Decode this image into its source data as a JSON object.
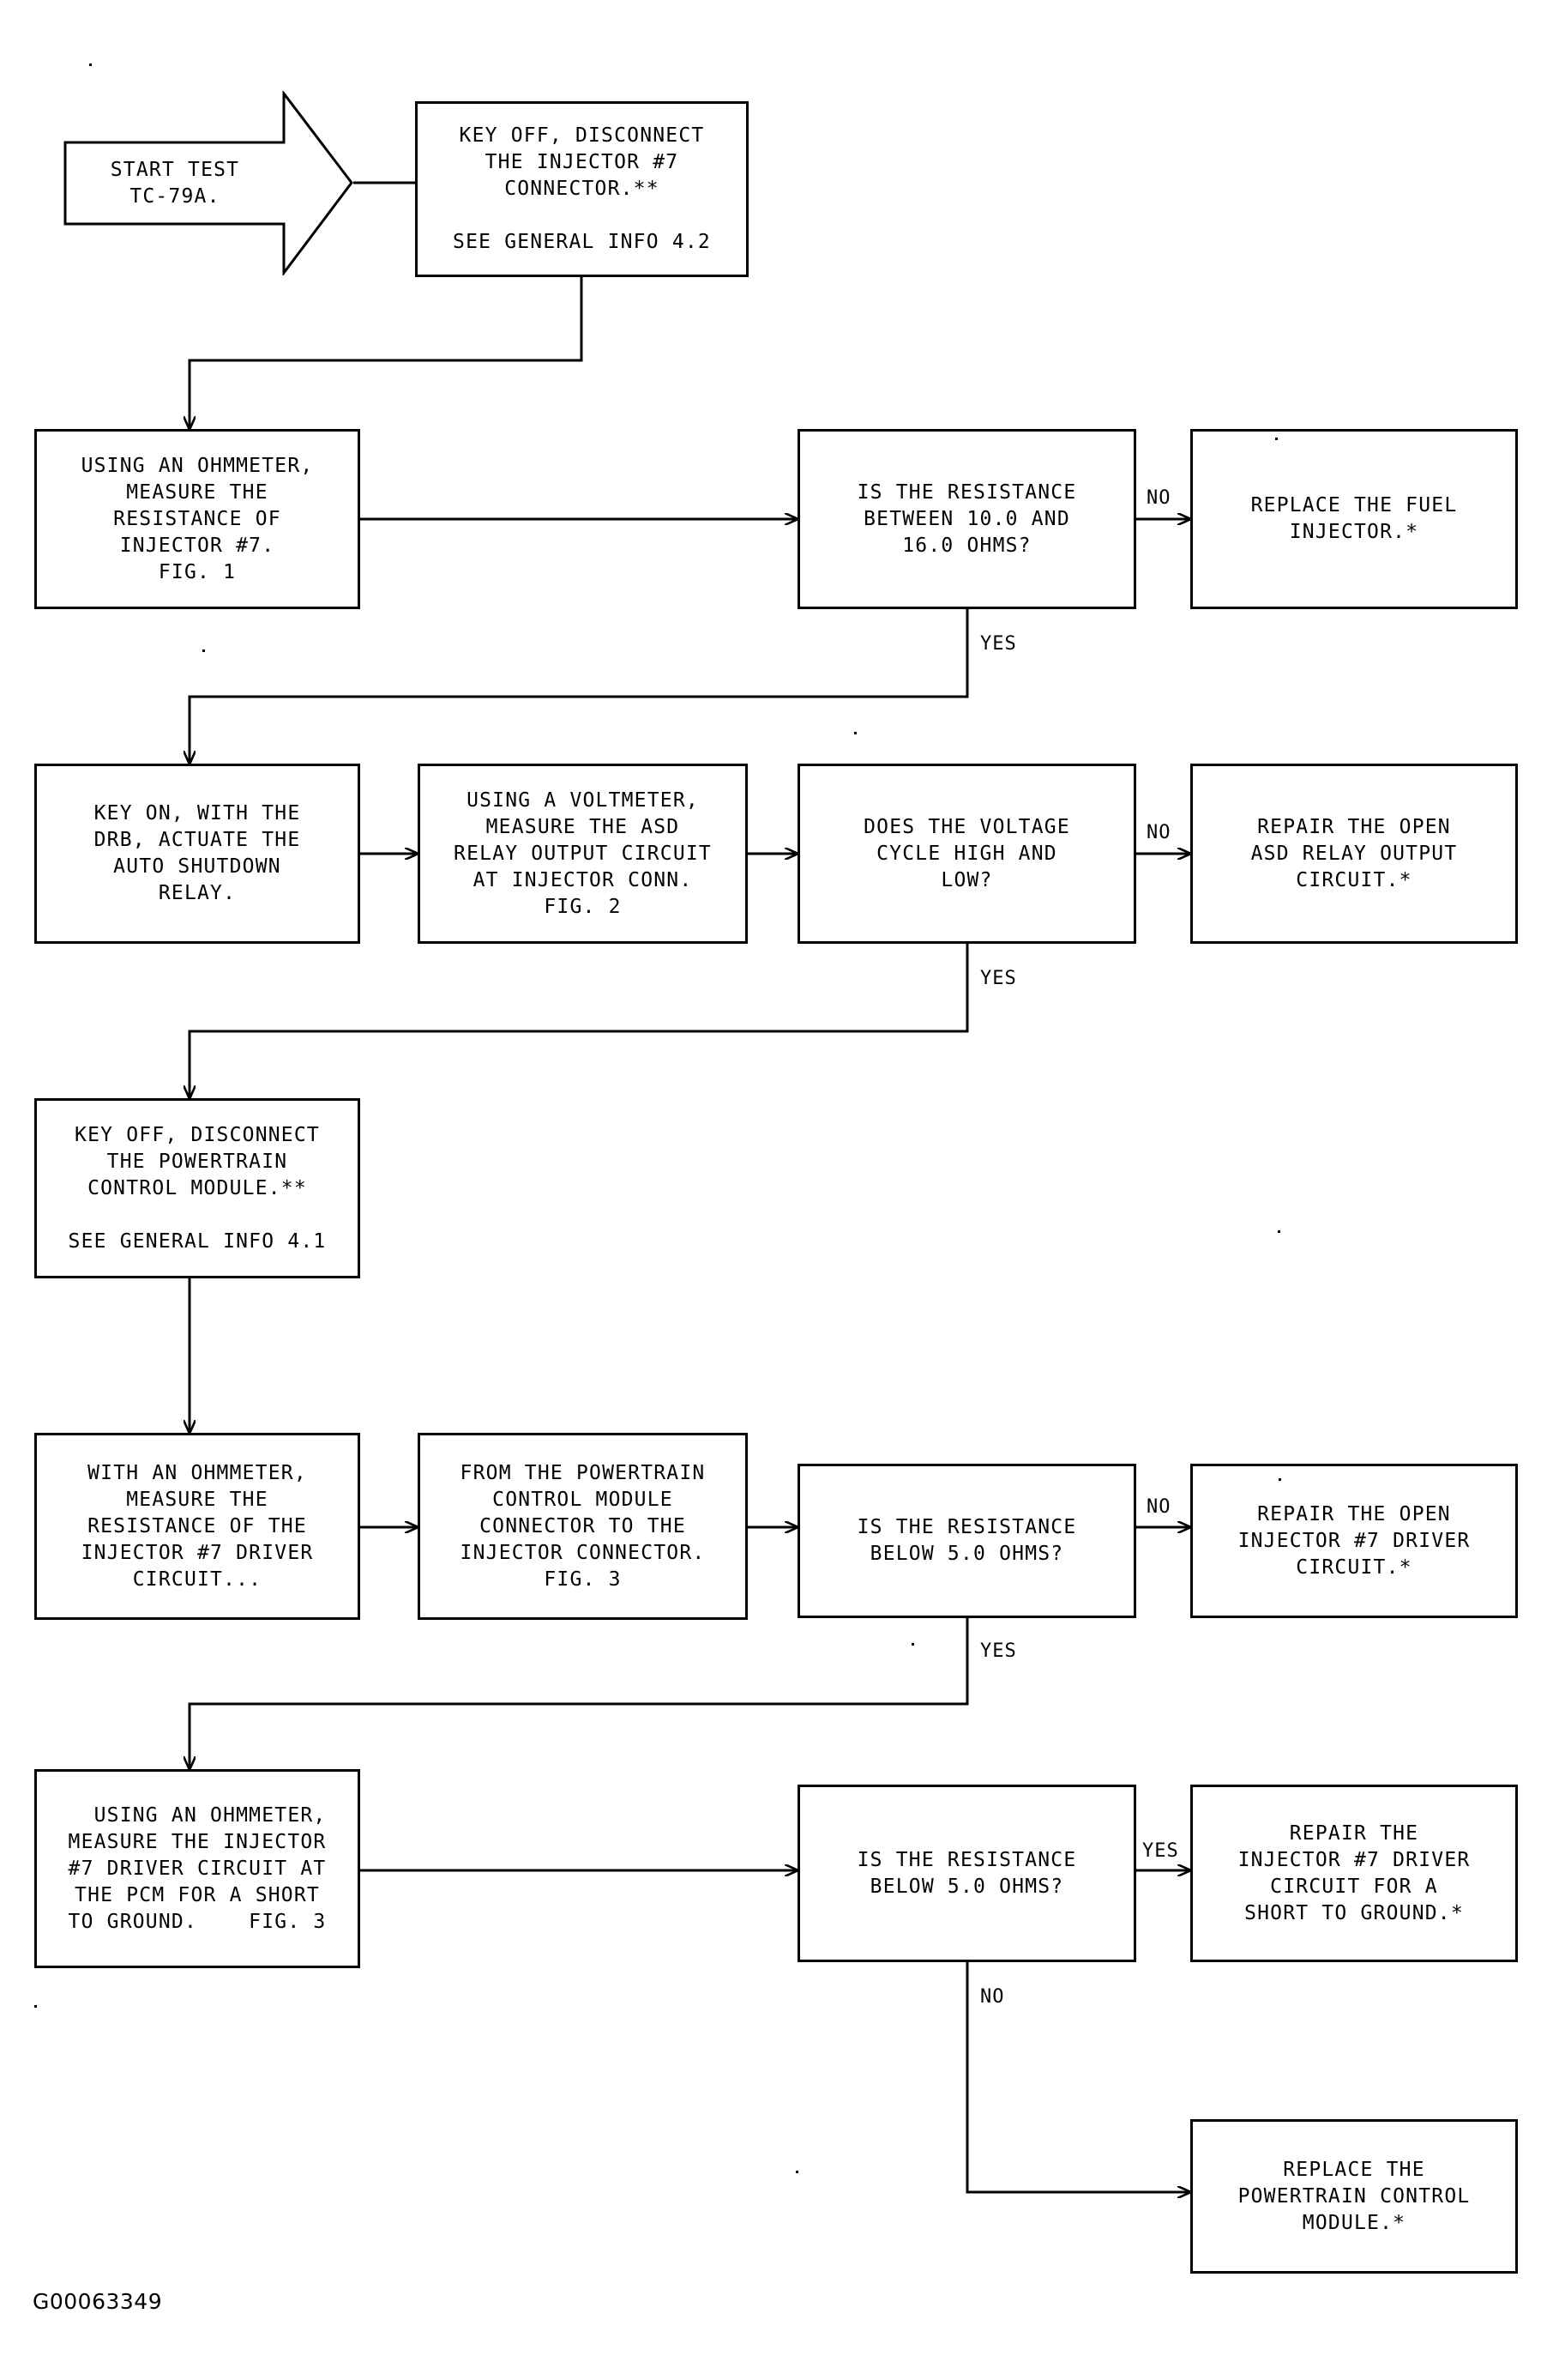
{
  "document": {
    "type": "troubleshooting-flowchart",
    "footer_code": "G00063349",
    "ink_color": "#000000",
    "paper_color": "#ffffff"
  },
  "nodes": {
    "start": {
      "id": "start",
      "shape": "arrow-pentagon",
      "text": "START TEST\nTC-79A."
    },
    "disconnect_injector": {
      "id": "disconnect-injector",
      "shape": "rect",
      "text": "KEY OFF, DISCONNECT\nTHE INJECTOR #7\nCONNECTOR.**\n\nSEE GENERAL INFO 4.2"
    },
    "measure_injector_resistance": {
      "id": "measure-injector-resistance",
      "shape": "rect",
      "text": "USING AN OHMMETER,\nMEASURE THE\nRESISTANCE OF\nINJECTOR #7.\nFIG. 1"
    },
    "q_resistance_10_16": {
      "id": "question-resistance-10-16",
      "shape": "rect",
      "text": "IS THE RESISTANCE\nBETWEEN 10.0 AND\n16.0 OHMS?"
    },
    "replace_fuel_injector": {
      "id": "replace-fuel-injector",
      "shape": "rect",
      "text": "REPLACE THE FUEL\nINJECTOR.*"
    },
    "actuate_asd_relay": {
      "id": "actuate-asd-relay",
      "shape": "rect",
      "text": "KEY ON, WITH THE\nDRB, ACTUATE THE\nAUTO SHUTDOWN\nRELAY."
    },
    "measure_asd_voltage": {
      "id": "measure-asd-voltage",
      "shape": "rect",
      "text": "USING A VOLTMETER,\nMEASURE THE ASD\nRELAY OUTPUT CIRCUIT\nAT INJECTOR CONN.\nFIG. 2"
    },
    "q_voltage_cycle": {
      "id": "question-voltage-cycle",
      "shape": "rect",
      "text": "DOES THE VOLTAGE\nCYCLE HIGH AND\nLOW?"
    },
    "repair_asd_circuit": {
      "id": "repair-asd-relay-output-circuit",
      "shape": "rect",
      "text": "REPAIR THE OPEN\nASD RELAY OUTPUT\nCIRCUIT.*"
    },
    "disconnect_pcm": {
      "id": "disconnect-powertrain-control-module",
      "shape": "rect",
      "text": "KEY OFF, DISCONNECT\nTHE POWERTRAIN\nCONTROL MODULE.**\n\nSEE GENERAL INFO 4.1"
    },
    "measure_driver_circuit": {
      "id": "measure-driver-circuit-resistance",
      "shape": "rect",
      "text": "WITH AN OHMMETER,\nMEASURE THE\nRESISTANCE OF THE\nINJECTOR #7 DRIVER\nCIRCUIT..."
    },
    "from_pcm_to_injector": {
      "id": "from-pcm-connector-to-injector-connector",
      "shape": "rect",
      "text": "FROM THE POWERTRAIN\nCONTROL MODULE\nCONNECTOR TO THE\nINJECTOR CONNECTOR.\nFIG. 3"
    },
    "q_below_5_ohms_a": {
      "id": "question-resistance-below-5-ohms-a",
      "shape": "rect",
      "text": "IS THE RESISTANCE\nBELOW 5.0 OHMS?"
    },
    "repair_open_driver": {
      "id": "repair-open-injector-driver-circuit",
      "shape": "rect",
      "text": "REPAIR THE OPEN\nINJECTOR #7 DRIVER\nCIRCUIT.*"
    },
    "measure_short_to_ground": {
      "id": "measure-driver-circuit-short-to-ground",
      "shape": "rect",
      "text": "  USING AN OHMMETER,\nMEASURE THE INJECTOR\n#7 DRIVER CIRCUIT AT\nTHE PCM FOR A SHORT\nTO GROUND.    FIG. 3"
    },
    "q_below_5_ohms_b": {
      "id": "question-resistance-below-5-ohms-b",
      "shape": "rect",
      "text": "IS THE RESISTANCE\nBELOW 5.0 OHMS?"
    },
    "repair_short_to_ground": {
      "id": "repair-driver-circuit-short-to-ground",
      "shape": "rect",
      "text": "REPAIR THE\nINJECTOR #7 DRIVER\nCIRCUIT FOR A\nSHORT TO GROUND.*"
    },
    "replace_pcm": {
      "id": "replace-powertrain-control-module",
      "shape": "rect",
      "text": "REPLACE THE\nPOWERTRAIN CONTROL\nMODULE.*"
    }
  },
  "edge_labels": {
    "no_1": "NO",
    "yes_1": "YES",
    "no_2": "NO",
    "yes_2": "YES",
    "no_3": "NO",
    "yes_3": "YES",
    "yes_4": "YES",
    "no_4": "NO"
  }
}
